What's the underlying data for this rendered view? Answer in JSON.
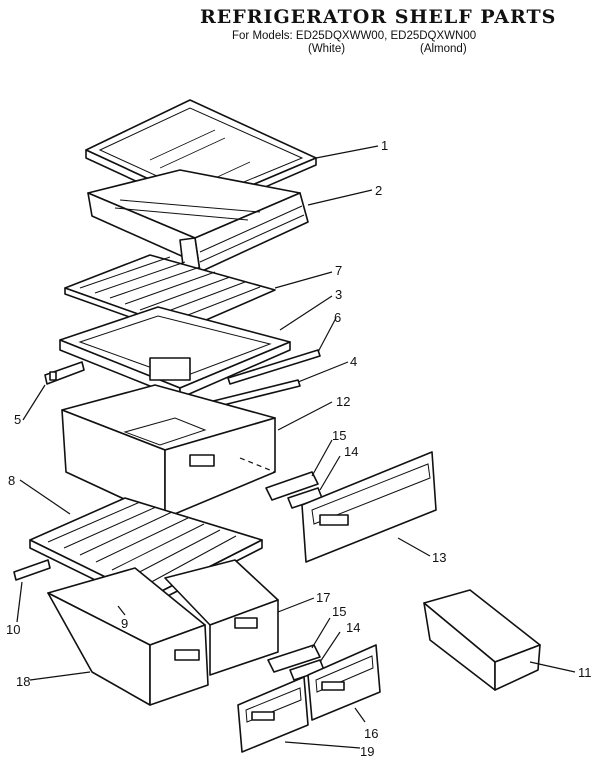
{
  "header": {
    "title": "REFRIGERATOR SHELF PARTS",
    "models_line": "For Models: ED25DQXWW00, ED25DQXWN00",
    "variant_white": "(White)",
    "variant_almond": "(Almond)"
  },
  "callouts": {
    "c1": "1",
    "c2": "2",
    "c3": "3",
    "c4": "4",
    "c5": "5",
    "c6": "6",
    "c7": "7",
    "c8": "8",
    "c9": "9",
    "c10": "10",
    "c11": "11",
    "c12": "12",
    "c13": "13",
    "c14a": "14",
    "c14b": "14",
    "c15a": "15",
    "c15b": "15",
    "c16": "16",
    "c17": "17",
    "c18": "18",
    "c19": "19"
  }
}
